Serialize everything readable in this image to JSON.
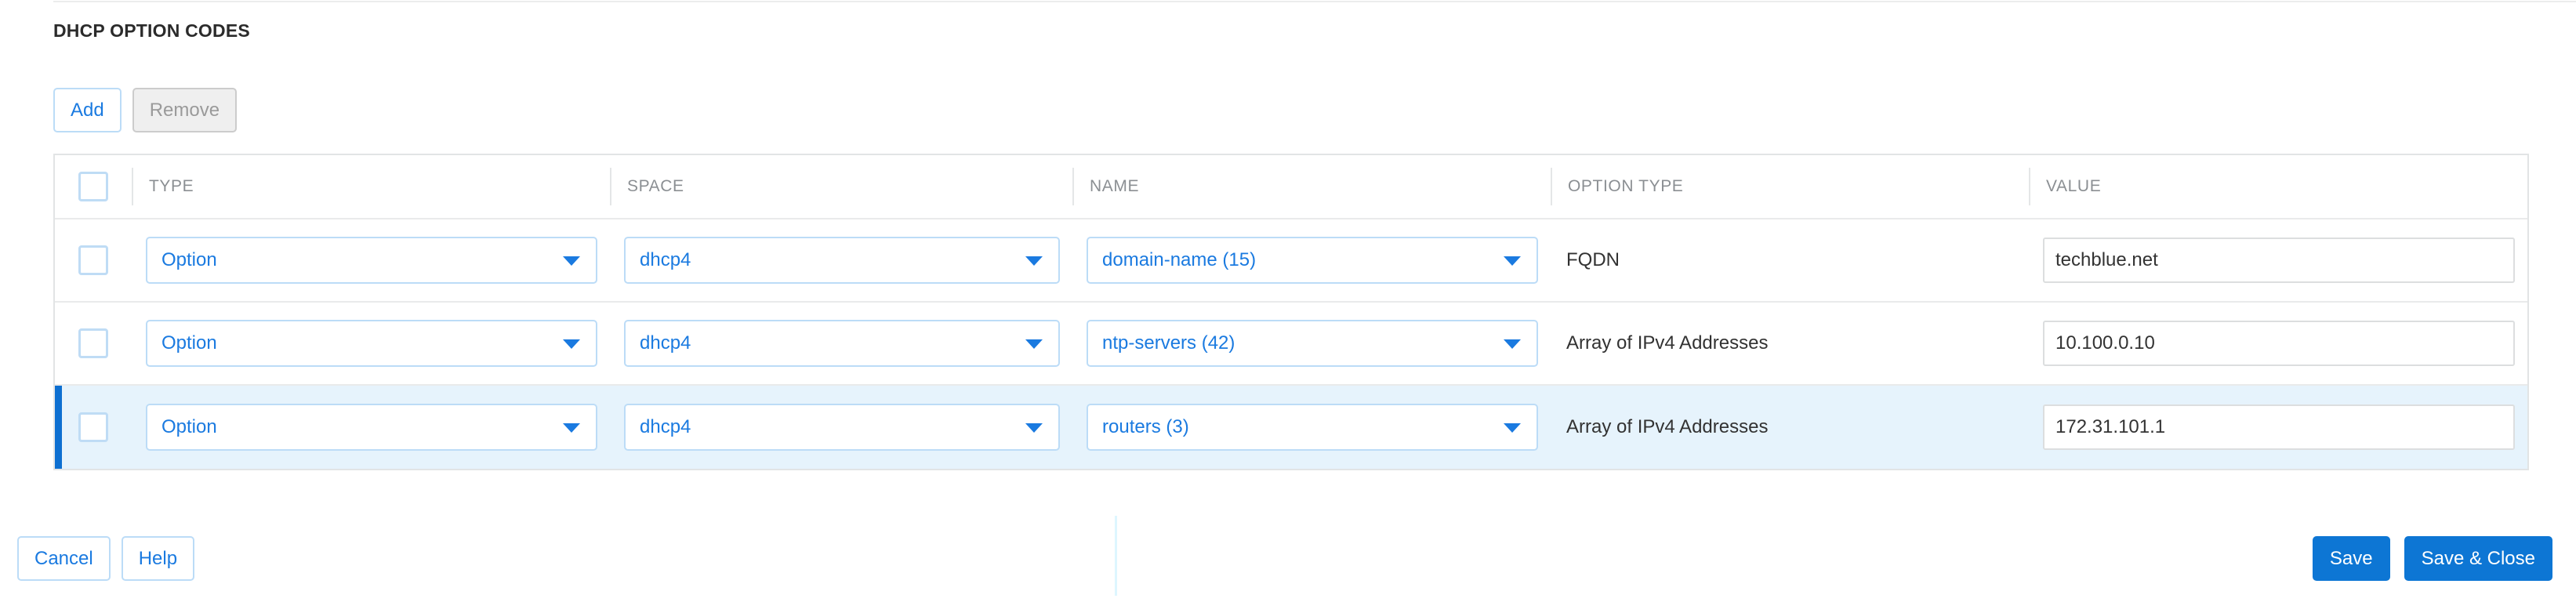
{
  "section": {
    "title": "DHCP OPTION CODES"
  },
  "toolbar": {
    "add_label": "Add",
    "remove_label": "Remove"
  },
  "table": {
    "columns": [
      {
        "key": "select",
        "label": ""
      },
      {
        "key": "type",
        "label": "TYPE"
      },
      {
        "key": "space",
        "label": "SPACE"
      },
      {
        "key": "name",
        "label": "NAME"
      },
      {
        "key": "option_type",
        "label": "OPTION TYPE"
      },
      {
        "key": "value",
        "label": "VALUE"
      }
    ],
    "header_select_all_checked": false,
    "rows": [
      {
        "checked": false,
        "selected": false,
        "type": "Option",
        "space": "dhcp4",
        "name": "domain-name (15)",
        "option_type": "FQDN",
        "value": "techblue.net"
      },
      {
        "checked": false,
        "selected": false,
        "type": "Option",
        "space": "dhcp4",
        "name": "ntp-servers (42)",
        "option_type": "Array of IPv4 Addresses",
        "value": "10.100.0.10"
      },
      {
        "checked": false,
        "selected": true,
        "type": "Option",
        "space": "dhcp4",
        "name": "routers (3)",
        "option_type": "Array of IPv4 Addresses",
        "value": "172.31.101.1"
      }
    ]
  },
  "footer": {
    "cancel_label": "Cancel",
    "help_label": "Help",
    "save_label": "Save",
    "save_close_label": "Save & Close"
  },
  "colors": {
    "accent_blue": "#1a7ae0",
    "primary_button": "#0d76d4",
    "selected_row_bg": "#e6f3fc",
    "selected_row_bar": "#0d6fd1",
    "header_text": "#8b8f93",
    "border": "#e2e4e5"
  }
}
